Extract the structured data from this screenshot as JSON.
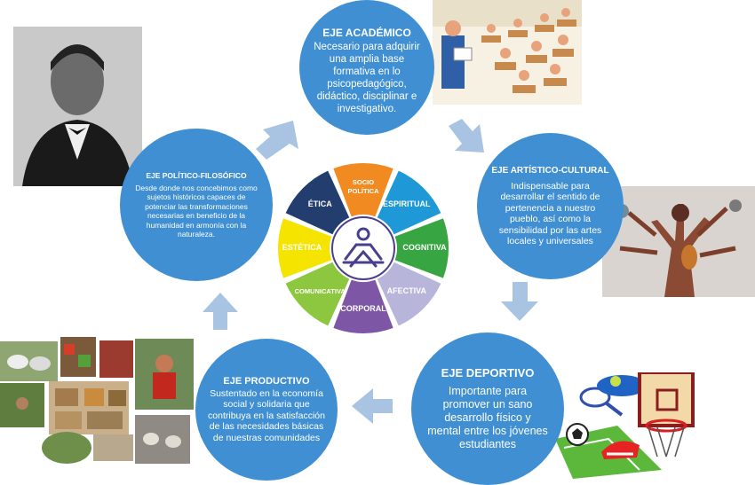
{
  "center_wheel": {
    "segments": [
      {
        "label": "SOCIO POLÍTICA",
        "color": "#f28a22"
      },
      {
        "label": "ESPIRITUAL",
        "color": "#1e98d6"
      },
      {
        "label": "COGNITIVA",
        "color": "#36a542"
      },
      {
        "label": "AFECTIVA",
        "color": "#b7b5d9"
      },
      {
        "label": "CORPORAL",
        "color": "#7d56a6"
      },
      {
        "label": "COMUNICATIVA",
        "color": "#8dc63f"
      },
      {
        "label": "ESTÉTICA",
        "color": "#f5e400"
      },
      {
        "label": "ÉTICA",
        "color": "#233d6e"
      }
    ]
  },
  "axes": {
    "academico": {
      "title": "EJE ACADÉMICO",
      "text": "Necesario para adquirir una amplia base formativa en lo psicopedagógico, didáctico, disciplinar e investigativo."
    },
    "artistico": {
      "title": "EJE ARTÍSTICO-CULTURAL",
      "text": "Indispensable para desarrollar el sentido de pertenencia a nuestro pueblo, así como la sensibilidad por las artes locales y universales"
    },
    "deportivo": {
      "title": "EJE DEPORTIVO",
      "text": "Importante para promover un sano desarrollo físico y mental entre los jóvenes estudiantes"
    },
    "productivo": {
      "title": "EJE PRODUCTIVO",
      "text": "Sustentado en la economía social y solidaria que contribuya en la satisfacción de las necesidades básicas de nuestras comunidades"
    },
    "politico": {
      "title": "EJE POLÍTICO-FILOSÓFICO",
      "text": "Desde donde nos concebimos como sujetos históricos capaces de potenciar las transformaciones necesarias en beneficio de la humanidad en armonía con la naturaleza."
    }
  },
  "colors": {
    "circle": "#3f8fd2",
    "arrow": "#a8c4e2"
  }
}
